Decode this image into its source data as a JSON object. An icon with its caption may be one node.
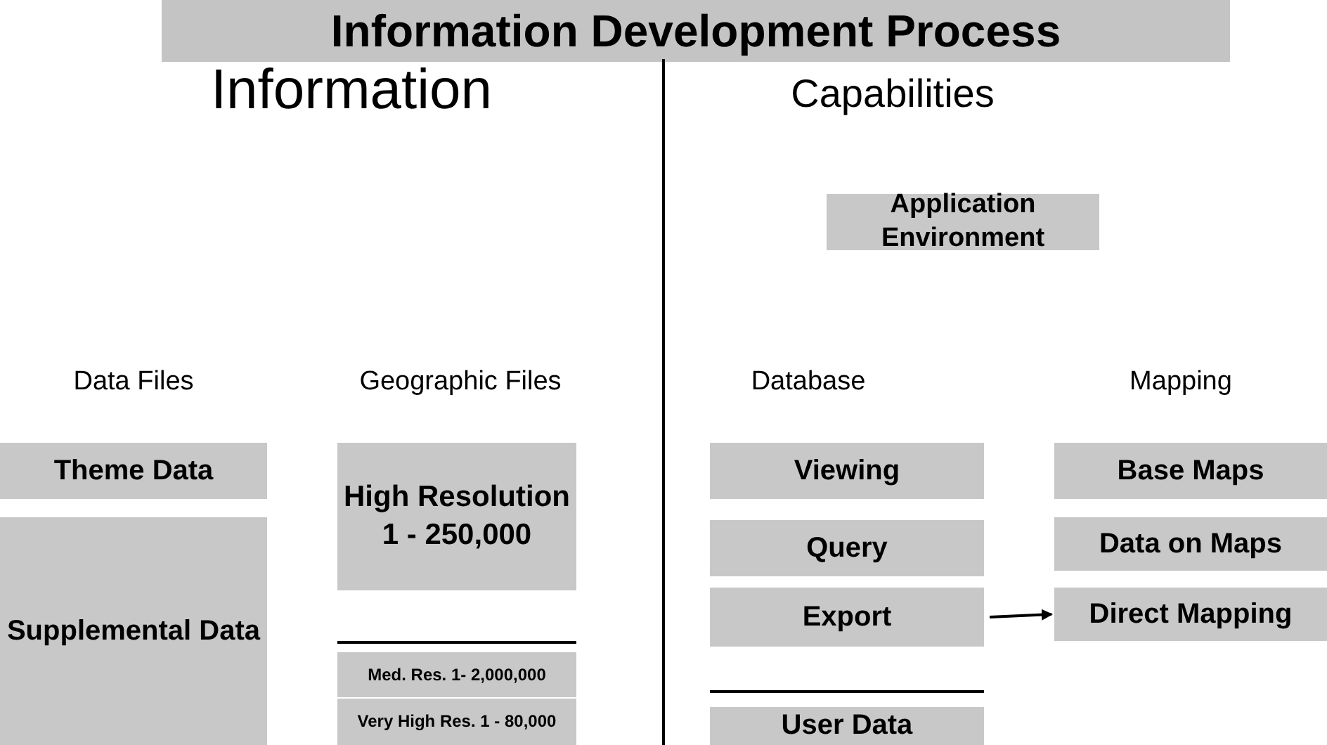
{
  "diagram": {
    "title": "Information Development Process",
    "nodes": [
      {
        "text": [
          "Application Environment"
        ]
      },
      {
        "text": [
          "Theme Data"
        ]
      },
      {
        "text": [
          "Supplemental Data"
        ]
      },
      {
        "text": [
          "High Resolution 1 - 250,000"
        ]
      },
      {
        "text": [
          "Med. Res. 1- 2,000,000"
        ]
      },
      {
        "text": [
          "Very High Res. 1 - 80,000"
        ]
      },
      {
        "text": [
          "Viewing"
        ]
      },
      {
        "text": [
          "Query"
        ]
      },
      {
        "text": [
          "Export"
        ]
      },
      {
        "text": [
          "User Data"
        ]
      },
      {
        "text": [
          "Base Maps"
        ]
      },
      {
        "text": [
          "Data on Maps"
        ]
      },
      {
        "text": [
          "Direct Mapping"
        ]
      }
    ],
    "edges": [
      {
        "from": 8,
        "to": 12,
        "arrow": "to"
      }
    ],
    "labels": [
      "Information",
      "Capabilities",
      "Data Files",
      "Geographic Files",
      "Database",
      "Mapping"
    ]
  }
}
